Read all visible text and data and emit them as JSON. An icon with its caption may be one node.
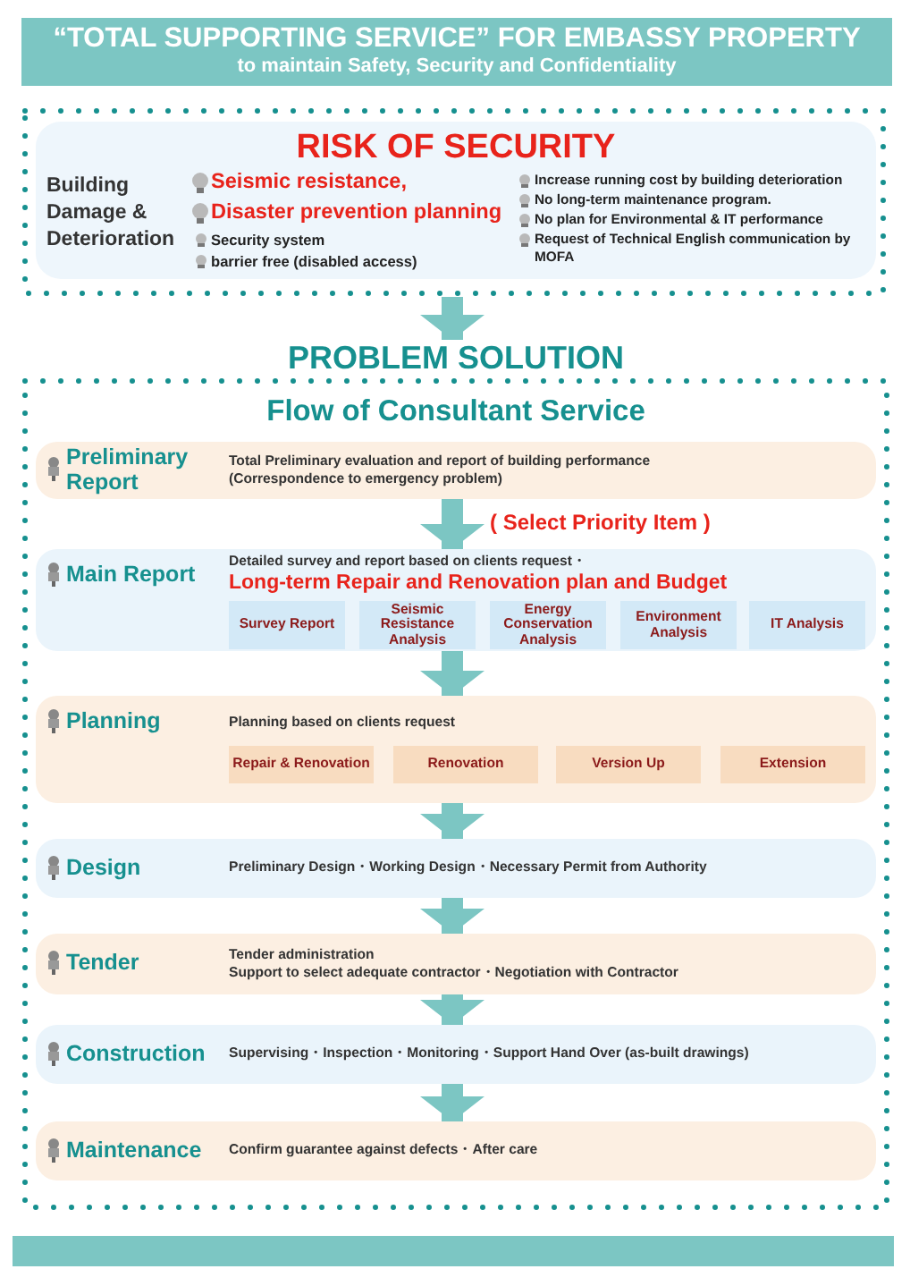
{
  "diagram": {
    "nodes": [
      {
        "text": [
          "“TOTAL SUPPORTING SERVICE” FOR EMBASSY PROPERTY",
          "to maintain Safety, Security and Confidentiality"
        ]
      },
      {
        "text": [],
        "shape": "box"
      },
      {
        "text": [
          "RISK OF SECURITY",
          "Building Damage & Deterioration",
          "Seismic resistance,",
          "Disaster prevention planning",
          "Security system",
          "barrier free (disabled access)",
          "Increase running cost by building deterioration",
          "No long-term maintenance program.",
          "No plan for Environmental & IT performance",
          "Request of Technical English communication by MOFA"
        ],
        "in": 1
      },
      {
        "text": [
          "PROBLEM SOLUTION",
          "Flow of Consultant Service"
        ]
      },
      {
        "text": [
          "Preliminary Report",
          "Total Preliminary evaluation and report of building performance",
          "(Correspondence to emergency problem)"
        ],
        "in": 3
      },
      {
        "text": [
          "Main Report",
          "Detailed survey and report based on clients request・",
          "Long-term Repair and Renovation plan and Budget"
        ],
        "in": 3
      },
      {
        "text": [
          "Survey Report"
        ],
        "in": 5
      },
      {
        "text": [
          "Seismic Resistance Analysis"
        ],
        "in": 5
      },
      {
        "text": [
          "Energy Conservation Analysis"
        ],
        "in": 5
      },
      {
        "text": [
          "Environment Analysis"
        ],
        "in": 5
      },
      {
        "text": [
          "IT Analysis"
        ],
        "in": 5
      },
      {
        "text": [
          "Planning",
          "Planning based on clients request"
        ],
        "in": 3
      },
      {
        "text": [
          "Repair & Renovation"
        ],
        "in": 11
      },
      {
        "text": [
          "Renovation"
        ],
        "in": 11
      },
      {
        "text": [
          "Version Up"
        ],
        "in": 11
      },
      {
        "text": [
          "Extension"
        ],
        "in": 11
      },
      {
        "text": [
          "Design",
          "Preliminary Design・Working Design・Necessary Permit from Authority"
        ],
        "in": 3
      },
      {
        "text": [
          "Tender",
          "Tender administration",
          "Support to select adequate contractor・Negotiation with Contractor"
        ],
        "in": 3
      },
      {
        "text": [
          "Construction",
          "Supervising・Inspection・Monitoring・Support Hand Over (as-built drawings)"
        ],
        "in": 3
      },
      {
        "text": [
          "Maintenance",
          "Confirm guarantee against defects・After care"
        ],
        "in": 3
      }
    ],
    "edges": [
      {
        "from": 1,
        "to": 3,
        "arrow": "to"
      },
      {
        "from": 4,
        "to": 5,
        "arrow": "to",
        "label": "( Select Priority Item )"
      },
      {
        "from": 5,
        "to": 11,
        "arrow": "to"
      },
      {
        "from": 11,
        "to": 16,
        "arrow": "to"
      },
      {
        "from": 16,
        "to": 17,
        "arrow": "to"
      },
      {
        "from": 17,
        "to": 18,
        "arrow": "to"
      },
      {
        "from": 18,
        "to": 19,
        "arrow": "to"
      }
    ]
  }
}
